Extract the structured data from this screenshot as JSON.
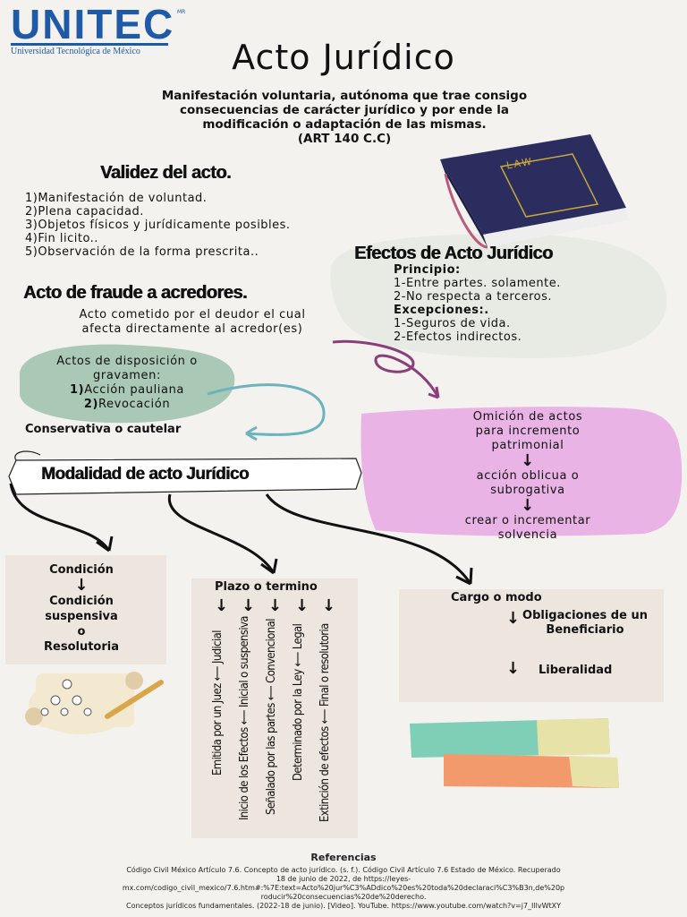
{
  "logo": {
    "name": "UNITEC",
    "mark": "MR",
    "subtitle": "Universidad Tecnológica de México"
  },
  "title": "Acto Jurídico",
  "intro": {
    "lines": [
      "Manifestación voluntaria, autónoma que trae consigo",
      "consecuencias de carácter jurídico y por ende la",
      "modificación o adaptación de las mismas.",
      "(ART 140 C.C)"
    ]
  },
  "book_label": "LAW",
  "validez": {
    "heading": "Validez del acto.",
    "items": [
      "1)Manifestación de voluntad.",
      "2)Plena capacidad.",
      "3)Objetos físicos y jurídicamente posibles.",
      "4)Fin licito..",
      "5)Observación de la forma prescrita.."
    ]
  },
  "efectos": {
    "heading": "Efectos de Acto Jurídico",
    "principio_label": "Principio:",
    "principio": [
      "1-Entre partes. solamente.",
      "2-No respecta a terceros."
    ],
    "excepciones_label": "Excepciones:.",
    "excepciones": [
      "1-Seguros de vida.",
      "2-Efectos indirectos."
    ]
  },
  "fraude": {
    "heading": "Acto de fraude a acredores.",
    "desc": [
      "Acto cometido por el deudor el cual",
      "afecta directamente al acredor(es)"
    ],
    "actos_title": [
      "Actos de disposición o",
      "gravamen:"
    ],
    "actos_items": [
      {
        "num": "1)",
        "text": "Acción pauliana"
      },
      {
        "num": "2)",
        "text": "Revocación"
      }
    ],
    "conservativa": "Conservativa o cautelar"
  },
  "omicion": {
    "line1": [
      "Omición de actos",
      "para incremento",
      "patrimonial"
    ],
    "line2": [
      "acción oblicua o",
      "subrogativa"
    ],
    "line3": [
      "crear o incrementar",
      "solvencia"
    ],
    "arrow": "↓"
  },
  "modalidad": {
    "label": "Modalidad de acto Jurídico"
  },
  "condicion": {
    "title": "Condición",
    "arrow": "↓",
    "body": [
      "Condición",
      "suspensiva",
      "o",
      "Resolutoria"
    ]
  },
  "plazo": {
    "title": "Plazo o termino",
    "arrow": "↓",
    "left_arrow": "⟵",
    "columns": [
      {
        "bottom": "Emitida por un Juez",
        "top": "Judicial"
      },
      {
        "bottom": "Inicio de los Efectos",
        "top": "Inicial o suspensiva"
      },
      {
        "bottom": "Señalado por las partes",
        "top": "Convencional"
      },
      {
        "bottom": "Determinado por la Ley",
        "top": "Legal"
      },
      {
        "bottom": "Extinción de efectos",
        "top": "Final o resolutoria"
      }
    ]
  },
  "cargo": {
    "title": "Cargo o modo",
    "arrow": "↓",
    "items": [
      "Obligaciones de un",
      "Beneficiario",
      "Liberalidad"
    ]
  },
  "referencias": {
    "title": "Referencias",
    "lines": [
      "Código Civil México Artículo 7.6. Concepto de acto jurídico. (s. f.). Código Civil Artículo 7.6 Estado de México. Recuperado",
      "18 de junio de 2022, de https://leyes-",
      "mx.com/codigo_civil_mexico/7.6.htm#:%7E:text=Acto%20jur%C3%ADdico%20es%20toda%20declaraci%C3%B3n,de%20p",
      "roducir%20consecuencias%20de%20derecho.",
      "Conceptos jurídicos fundamentales. (2022-18 de junio). [Video]. YouTube. https://www.youtube.com/watch?v=j7_IllvWtXY"
    ]
  },
  "colors": {
    "brand": "#1e5aa8",
    "green": "#a9c8b5",
    "pink": "#e9b3e6",
    "book": "#2b2d5e",
    "gold": "#c9a83a"
  }
}
